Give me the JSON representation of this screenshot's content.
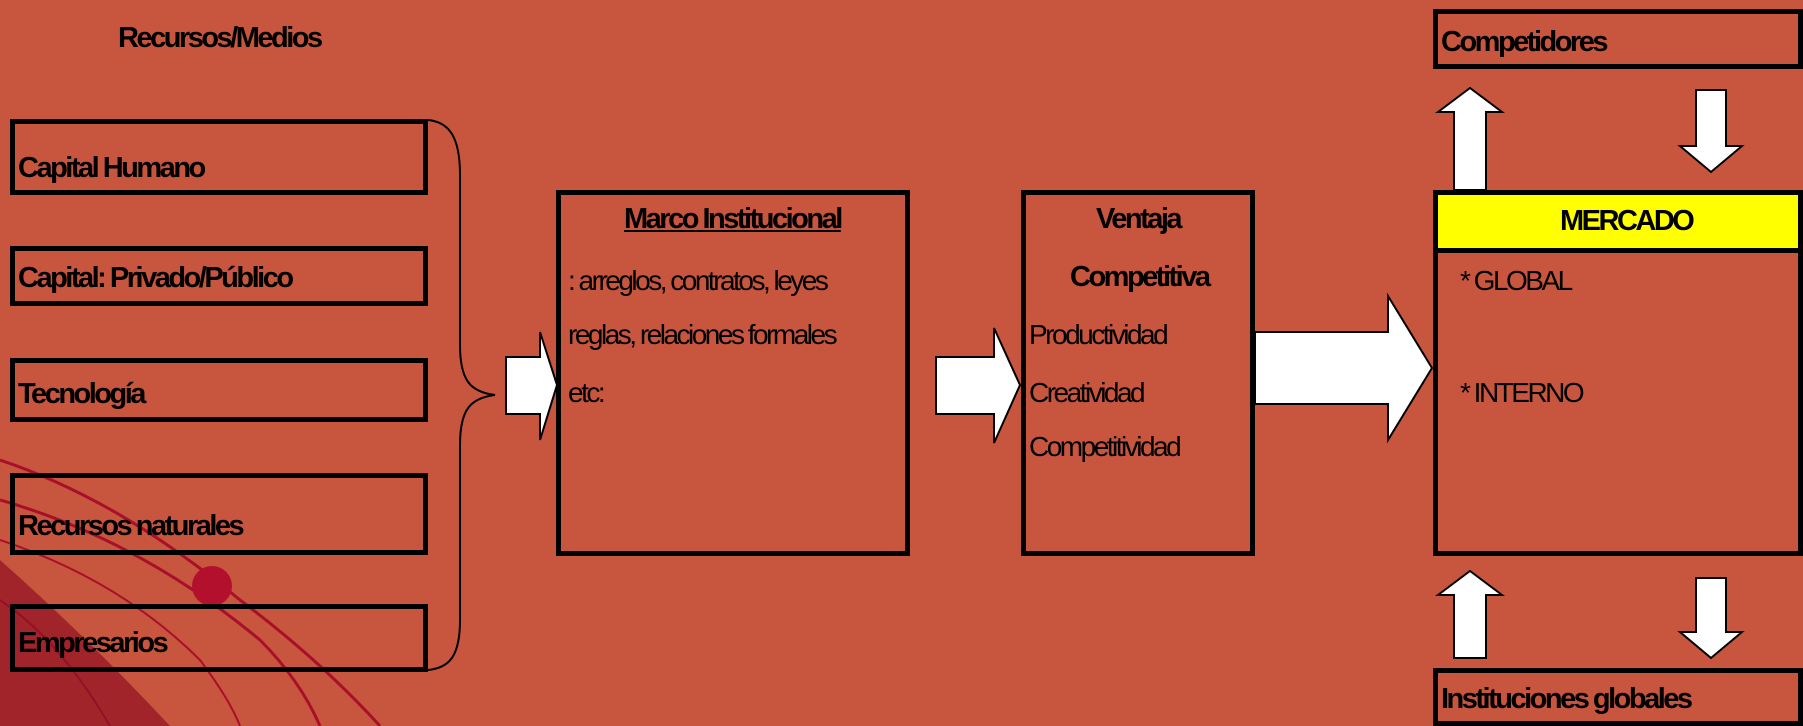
{
  "header": {
    "title": "Recursos/Medios"
  },
  "resources": [
    {
      "label": "Capital Humano"
    },
    {
      "label": "Capital: Privado/Público"
    },
    {
      "label": "Tecnología"
    },
    {
      "label": "Recursos naturales"
    },
    {
      "label": "Empresarios"
    }
  ],
  "marco": {
    "title": "Marco Institucional",
    "lines": [
      ": arreglos, contratos, leyes",
      "reglas, relaciones formales",
      "etc:"
    ]
  },
  "ventaja": {
    "title_line1": "Ventaja",
    "title_line2": "Competitiva",
    "lines": [
      "Productividad",
      "Creatividad",
      "Competitividad"
    ]
  },
  "mercado": {
    "title": "MERCADO",
    "items": [
      "* GLOBAL",
      "* INTERNO"
    ]
  },
  "competidores": {
    "label": "Competidores"
  },
  "instituciones": {
    "label": "Instituciones globales"
  },
  "colors": {
    "background": "#c8553d",
    "mercado_header": "#ffff00",
    "arrow_fill": "#ffffff",
    "decoration": "#a8102a"
  }
}
